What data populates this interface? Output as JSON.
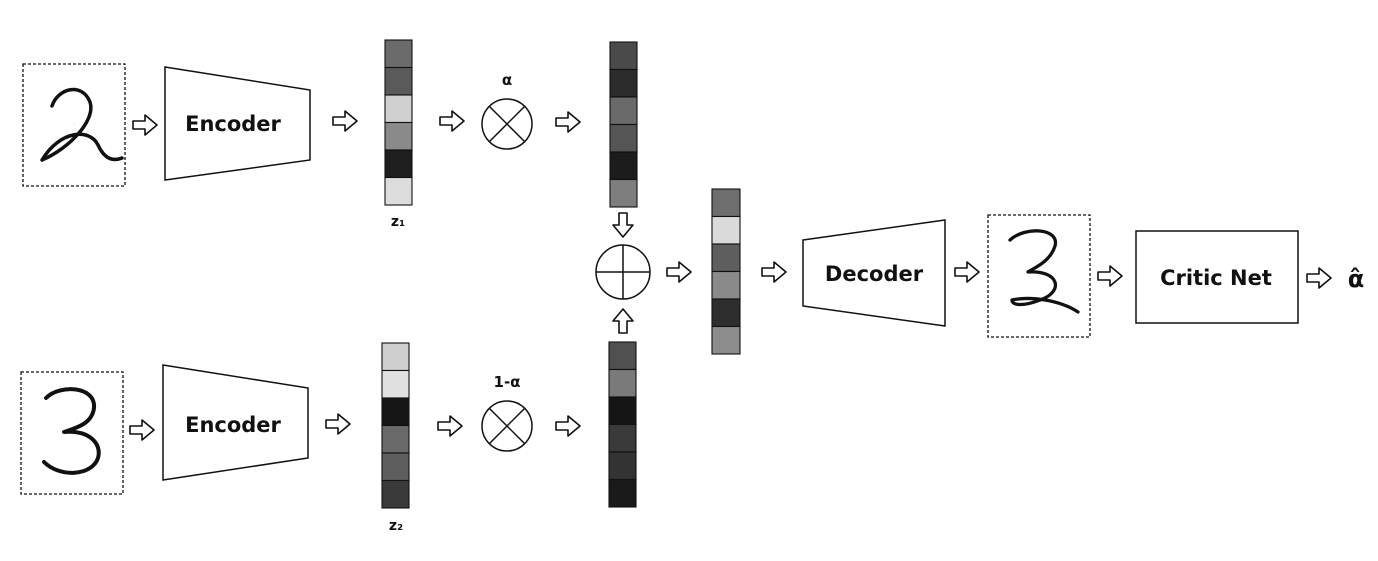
{
  "input_top_digit": "2",
  "input_bottom_digit": "3",
  "encoder_top_label": "Encoder",
  "encoder_bottom_label": "Encoder",
  "latent_top_label": "z₁",
  "latent_bottom_label": "z₂",
  "alpha_label": "α",
  "one_minus_alpha_label": "1-α",
  "decoder_label": "Decoder",
  "output_digit": "2",
  "critic_label": "Critic Net",
  "alpha_hat_label": "α̂",
  "colors": {
    "z1_cells": [
      "#6b6b6b",
      "#5a5a5a",
      "#d0d0d0",
      "#8a8a8a",
      "#1e1e1e",
      "#dcdcdc"
    ],
    "z1_scaled_cells": [
      "#4a4a4a",
      "#2c2c2c",
      "#6a6a6a",
      "#555555",
      "#1c1c1c",
      "#7e7e7e"
    ],
    "z2_cells": [
      "#cfcfcf",
      "#e0e0e0",
      "#161616",
      "#6a6a6a",
      "#5e5e5e",
      "#3a3a3a"
    ],
    "z2_scaled_cells": [
      "#505050",
      "#7a7a7a",
      "#151515",
      "#3a3a3a",
      "#333333",
      "#1a1a1a"
    ],
    "sum_cells": [
      "#6e6e6e",
      "#dadada",
      "#5e5e5e",
      "#8a8a8a",
      "#2e2e2e",
      "#8c8c8c"
    ]
  }
}
